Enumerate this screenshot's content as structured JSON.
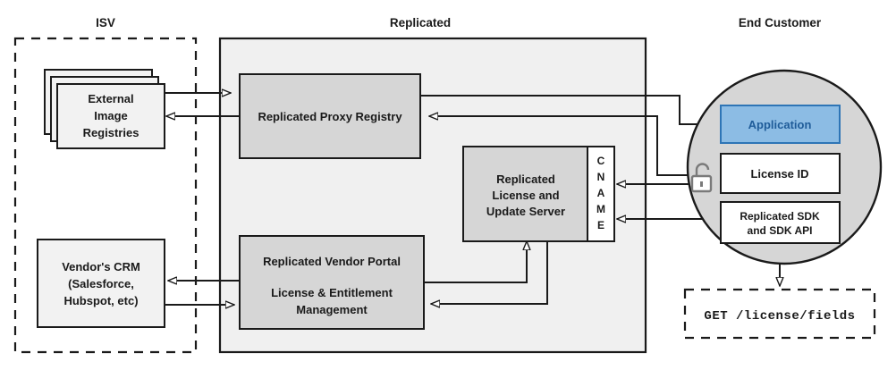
{
  "diagram": {
    "title_isv": "ISV",
    "title_replicated": "Replicated",
    "title_end_customer": "End Customer",
    "colors": {
      "container_fill": "#f0f0f0",
      "node_fill": "#d6d6d6",
      "light_node_fill": "#f2f2f2",
      "white_fill": "#ffffff",
      "circle_fill": "#d6d6d6",
      "application_fill": "#8cbce4",
      "application_stroke": "#2e75b6",
      "application_text": "#1f5c99",
      "stroke": "#1a1a1a",
      "lock_color": "#7a7a7a"
    }
  },
  "isv": {
    "label": "ISV",
    "nodes": [
      {
        "name": "external-image-registries",
        "lines": [
          "External",
          "Image",
          "Registries"
        ],
        "stacked": true
      },
      {
        "name": "vendors-crm",
        "lines": [
          "Vendor's CRM",
          "(Salesforce,",
          "Hubspot, etc)"
        ],
        "stacked": false
      }
    ]
  },
  "replicated": {
    "label": "Replicated",
    "nodes": [
      {
        "name": "replicated-proxy-registry",
        "lines": [
          "Replicated Proxy Registry"
        ]
      },
      {
        "name": "replicated-license-and-update-server",
        "lines": [
          "Replicated",
          "License and",
          "Update Server"
        ]
      },
      {
        "name": "replicated-vendor-portal",
        "lines": [
          "Replicated Vendor Portal",
          "",
          "License & Entitlement",
          "Management"
        ]
      }
    ],
    "cname": {
      "name": "cname-badge",
      "text": "CNAME",
      "letters": [
        "C",
        "N",
        "A",
        "M",
        "E"
      ]
    }
  },
  "end_customer": {
    "label": "End Customer",
    "nodes": [
      {
        "name": "application",
        "lines": [
          "Application"
        ],
        "highlight": true
      },
      {
        "name": "license-id",
        "lines": [
          "License ID"
        ],
        "highlight": false
      },
      {
        "name": "replicated-sdk",
        "lines": [
          "Replicated SDK",
          "and SDK API"
        ],
        "highlight": false
      }
    ],
    "lock_icon": "unlocked-padlock-icon",
    "api_call": "GET /license/fields"
  }
}
